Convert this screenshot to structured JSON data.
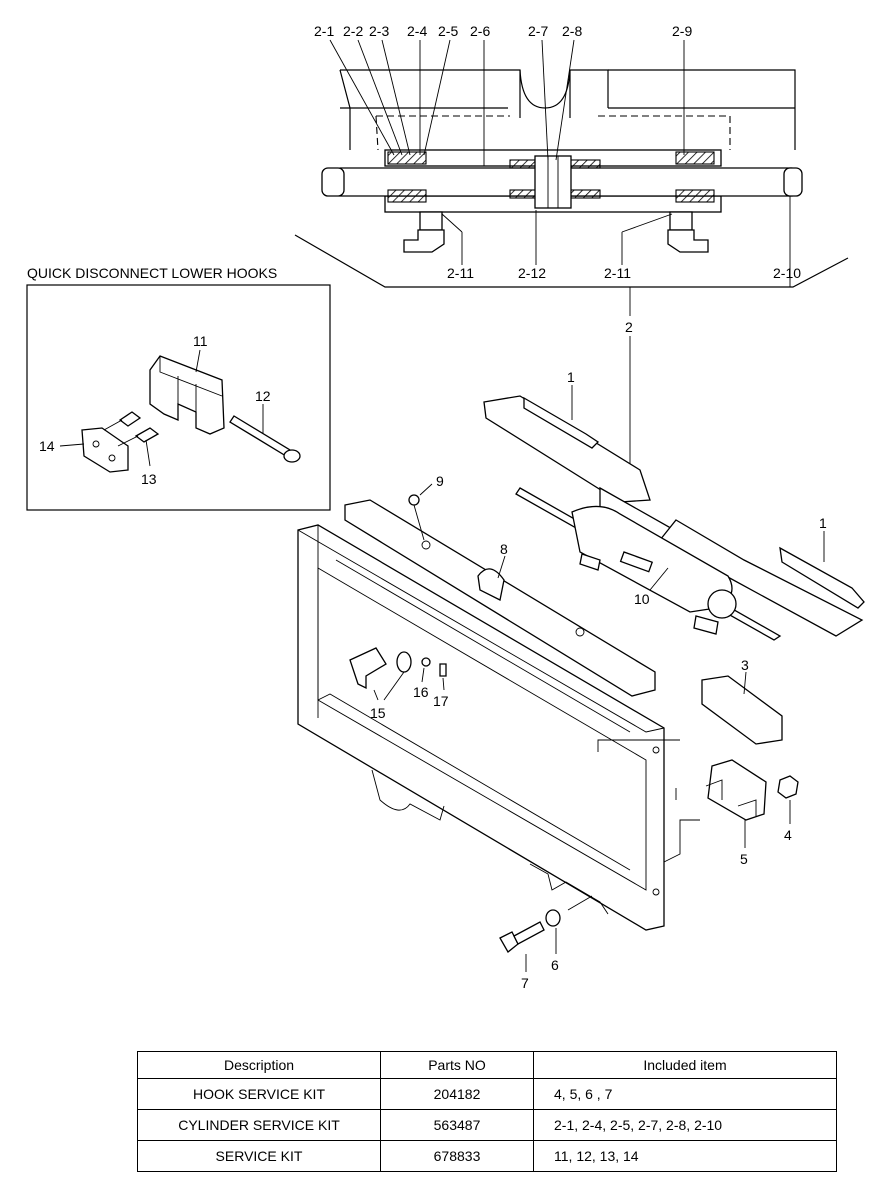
{
  "diagram": {
    "inset_title": "QUICK DISCONNECT LOWER HOOKS",
    "callouts": {
      "c2_1": "2-1",
      "c2_2": "2-2",
      "c2_3": "2-3",
      "c2_4": "2-4",
      "c2_5": "2-5",
      "c2_6": "2-6",
      "c2_7": "2-7",
      "c2_8": "2-8",
      "c2_9": "2-9",
      "c2_10": "2-10",
      "c2_11a": "2-11",
      "c2_11b": "2-11",
      "c2_12": "2-12",
      "c2": "2",
      "c1a": "1",
      "c1b": "1",
      "c3": "3",
      "c4": "4",
      "c5": "5",
      "c6": "6",
      "c7": "7",
      "c8": "8",
      "c9": "9",
      "c10": "10",
      "c11": "11",
      "c12": "12",
      "c13": "13",
      "c14": "14",
      "c15": "15",
      "c16": "16",
      "c17": "17"
    }
  },
  "table": {
    "headers": [
      "Description",
      "Parts NO",
      "Included item"
    ],
    "rows": [
      {
        "description": "HOOK SERVICE KIT",
        "parts_no": "204182",
        "included": "4, 5, 6 , 7"
      },
      {
        "description": "CYLINDER SERVICE KIT",
        "parts_no": "563487",
        "included": "2-1, 2-4, 2-5, 2-7, 2-8, 2-10"
      },
      {
        "description": "SERVICE KIT",
        "parts_no": "678833",
        "included": "11, 12, 13, 14"
      }
    ]
  }
}
